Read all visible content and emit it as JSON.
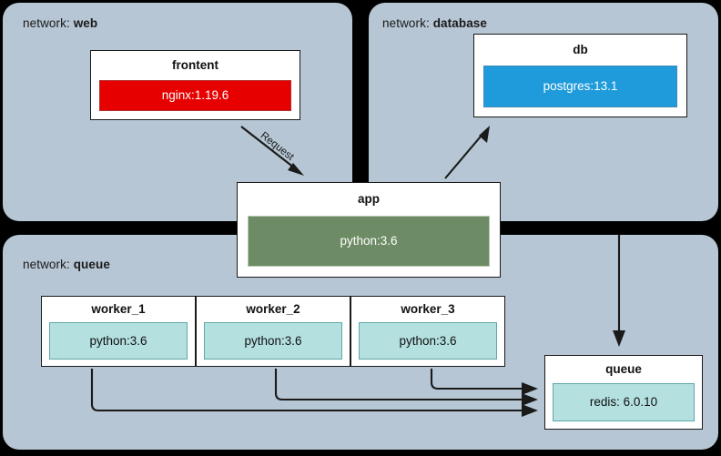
{
  "diagram": {
    "title": "Docker Compose service network diagram",
    "background_color": "#000000",
    "network_panel_color": "#b6c6d4",
    "networks": [
      {
        "id": "web",
        "label_prefix": "network:",
        "name": "web",
        "services": [
          "frontent"
        ]
      },
      {
        "id": "database",
        "label_prefix": "network:",
        "name": "database",
        "services": [
          "db"
        ]
      },
      {
        "id": "queue",
        "label_prefix": "network:",
        "name": "queue",
        "services": [
          "worker_1",
          "worker_2",
          "worker_3",
          "queue"
        ]
      }
    ],
    "services": {
      "frontent": {
        "name": "frontent",
        "image": "nginx:1.19.6",
        "image_color": "#e60000",
        "text_color": "#ffffff",
        "network": "web"
      },
      "db": {
        "name": "db",
        "image": "postgres:13.1",
        "image_color": "#1f9bdb",
        "text_color": "#ffffff",
        "network": "database"
      },
      "app": {
        "name": "app",
        "image": "python:3.6",
        "image_color": "#6d8b64",
        "text_color": "#ffffff",
        "network": "shared"
      },
      "worker_1": {
        "name": "worker_1",
        "image": "python:3.6",
        "image_color": "#b4e0e0",
        "text_color": "#111111",
        "network": "queue"
      },
      "worker_2": {
        "name": "worker_2",
        "image": "python:3.6",
        "image_color": "#b4e0e0",
        "text_color": "#111111",
        "network": "queue"
      },
      "worker_3": {
        "name": "worker_3",
        "image": "python:3.6",
        "image_color": "#b4e0e0",
        "text_color": "#111111",
        "network": "queue"
      },
      "queue": {
        "name": "queue",
        "image": "redis: 6.0.10",
        "image_color": "#b4e0e0",
        "text_color": "#111111",
        "network": "queue"
      }
    },
    "edges": [
      {
        "from": "frontent",
        "to": "app",
        "label": "Request"
      },
      {
        "from": "app",
        "to": "db",
        "label": ""
      },
      {
        "from": "app",
        "to": "queue",
        "label": ""
      },
      {
        "from": "worker_1",
        "to": "queue",
        "label": ""
      },
      {
        "from": "worker_2",
        "to": "queue",
        "label": ""
      },
      {
        "from": "worker_3",
        "to": "queue",
        "label": ""
      }
    ]
  }
}
